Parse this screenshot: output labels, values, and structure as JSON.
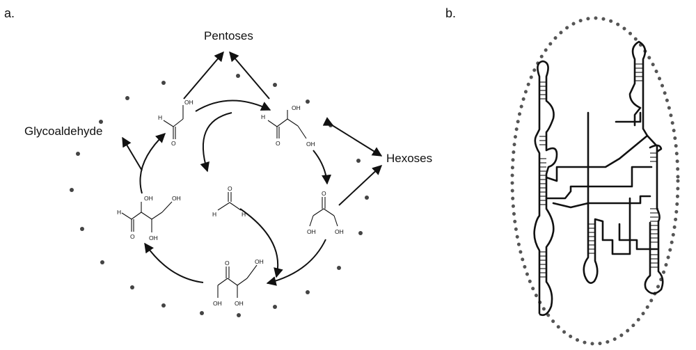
{
  "panels": {
    "a": {
      "label": "a."
    },
    "b": {
      "label": "b."
    }
  },
  "nodes": {
    "pentoses": "Pentoses",
    "glycoaldehyde": "Glycoaldehyde",
    "hexoses": "Hexoses"
  },
  "atoms": {
    "oh": "OH",
    "h": "H",
    "o": "O"
  },
  "colors": {
    "ink": "#111111",
    "dots": "#444444",
    "background": "#ffffff"
  }
}
